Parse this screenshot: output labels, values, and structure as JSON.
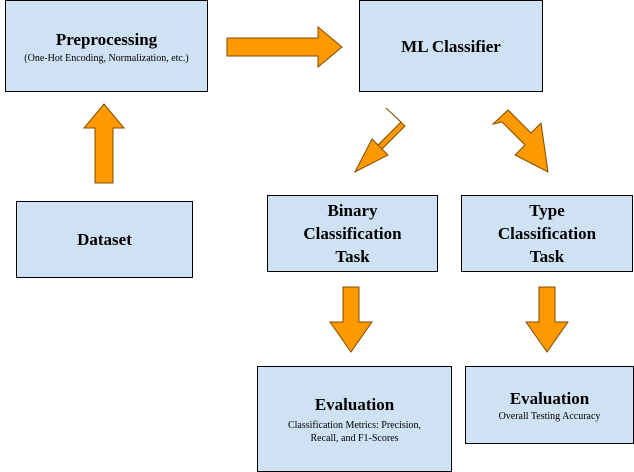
{
  "colors": {
    "box_fill": "#cfe2f3",
    "box_border": "#000000",
    "arrow_fill": "#ff9900",
    "arrow_stroke": "#7f4c00"
  },
  "boxes": {
    "preprocessing": {
      "title": "Preprocessing",
      "subtitle": "(One-Hot Encoding, Normalization, etc.)"
    },
    "ml_classifier": {
      "title": "ML Classifier"
    },
    "dataset": {
      "title": "Dataset"
    },
    "binary_task": {
      "line1": "Binary",
      "line2": "Classification",
      "line3": "Task"
    },
    "type_task": {
      "line1": "Type",
      "line2": "Classification",
      "line3": "Task"
    },
    "eval_binary": {
      "title": "Evaluation",
      "line1": "Classification Metrics: Precision,",
      "line2": "Recall, and F1-Scores"
    },
    "eval_type": {
      "title": "Evaluation",
      "line1": "Overall Testing Accuracy"
    }
  }
}
